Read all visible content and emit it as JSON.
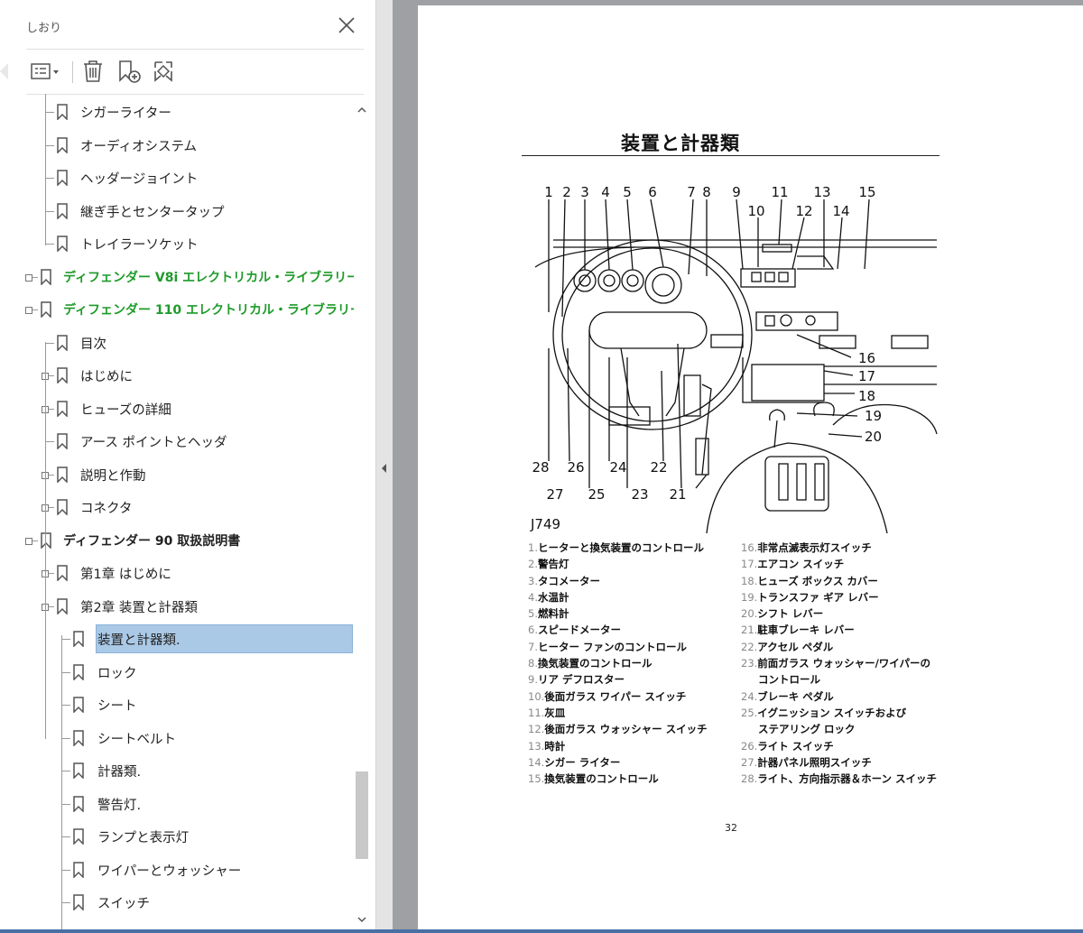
{
  "sidebar": {
    "title": "しおり",
    "toolbar": {
      "options_icon": "list-options-icon",
      "delete_icon": "trash-icon",
      "new_bookmark_icon": "new-bookmark-icon",
      "new_from_structure_icon": "bookmark-structure-icon"
    },
    "items": [
      {
        "label": "シガーライター",
        "level": 2,
        "expandable": false,
        "style": "normal"
      },
      {
        "label": "オーディオシステム",
        "level": 2,
        "expandable": false,
        "style": "normal"
      },
      {
        "label": "ヘッダージョイント",
        "level": 2,
        "expandable": false,
        "style": "normal"
      },
      {
        "label": "継ぎ手とセンタータップ",
        "level": 2,
        "expandable": false,
        "style": "normal"
      },
      {
        "label": "トレイラーソケット",
        "level": 2,
        "expandable": false,
        "style": "normal"
      },
      {
        "label": "ディフェンダー V8i エレクトリカル・ライブラリー",
        "level": 0,
        "expandable": true,
        "style": "green"
      },
      {
        "label": "ディフェンダー 110 エレクトリカル・ライブラリー",
        "level": 0,
        "expandable": true,
        "style": "green"
      },
      {
        "label": "目次",
        "level": 1,
        "expandable": false,
        "style": "normal"
      },
      {
        "label": "はじめに",
        "level": 1,
        "expandable": true,
        "style": "normal"
      },
      {
        "label": "ヒューズの詳細",
        "level": 1,
        "expandable": true,
        "style": "normal"
      },
      {
        "label": "アース ポイントとヘッダ",
        "level": 1,
        "expandable": false,
        "style": "normal"
      },
      {
        "label": "説明と作動",
        "level": 1,
        "expandable": true,
        "style": "normal"
      },
      {
        "label": "コネクタ",
        "level": 1,
        "expandable": true,
        "style": "normal"
      },
      {
        "label": "ディフェンダー 90 取扱説明書",
        "level": 0,
        "expandable": true,
        "style": "bold"
      },
      {
        "label": "第1章 はじめに",
        "level": 1,
        "expandable": true,
        "style": "normal"
      },
      {
        "label": "第2章 装置と計器類",
        "level": 1,
        "expandable": true,
        "style": "normal"
      },
      {
        "label": "装置と計器類.",
        "level": 2,
        "expandable": false,
        "style": "normal",
        "selected": true
      },
      {
        "label": "ロック",
        "level": 2,
        "expandable": false,
        "style": "normal"
      },
      {
        "label": "シート",
        "level": 2,
        "expandable": false,
        "style": "normal"
      },
      {
        "label": "シートベルト",
        "level": 2,
        "expandable": false,
        "style": "normal"
      },
      {
        "label": "計器類.",
        "level": 2,
        "expandable": false,
        "style": "normal"
      },
      {
        "label": "警告灯.",
        "level": 2,
        "expandable": false,
        "style": "normal"
      },
      {
        "label": "ランプと表示灯",
        "level": 2,
        "expandable": false,
        "style": "normal"
      },
      {
        "label": "ワイパーとウォッシャー",
        "level": 2,
        "expandable": false,
        "style": "normal"
      },
      {
        "label": "スイッチ",
        "level": 2,
        "expandable": false,
        "style": "normal"
      }
    ]
  },
  "document": {
    "title": "装置と計器類",
    "figure_code": "J749",
    "figure_top_numbers": [
      "1",
      "2",
      "3",
      "4",
      "5",
      "6",
      "7",
      "8",
      "9",
      "10",
      "11",
      "12",
      "13",
      "14",
      "15"
    ],
    "figure_right_numbers": [
      "16",
      "17",
      "18",
      "19",
      "20"
    ],
    "figure_bottom_numbers": [
      "28",
      "26",
      "24",
      "22",
      "27",
      "25",
      "23",
      "21"
    ],
    "legend_left": [
      {
        "num": "1.",
        "text": "ヒーターと換気装置のコントロール"
      },
      {
        "num": "2.",
        "text": "警告灯"
      },
      {
        "num": "3.",
        "text": "タコメーター"
      },
      {
        "num": "4.",
        "text": "水温計"
      },
      {
        "num": "5.",
        "text": "燃料計"
      },
      {
        "num": "6.",
        "text": "スピードメーター"
      },
      {
        "num": "7.",
        "text": "ヒーター ファンのコントロール"
      },
      {
        "num": "8.",
        "text": "換気装置のコントロール"
      },
      {
        "num": "9.",
        "text": "リア デフロスター"
      },
      {
        "num": "10.",
        "text": "後面ガラス ワイパー スイッチ"
      },
      {
        "num": "11.",
        "text": "灰皿"
      },
      {
        "num": "12.",
        "text": "後面ガラス ウォッシャー スイッチ"
      },
      {
        "num": "13.",
        "text": "時計"
      },
      {
        "num": "14.",
        "text": "シガー ライター"
      },
      {
        "num": "15.",
        "text": "換気装置のコントロール"
      }
    ],
    "legend_right": [
      {
        "num": "16.",
        "text": "非常点滅表示灯スイッチ"
      },
      {
        "num": "17.",
        "text": "エアコン スイッチ"
      },
      {
        "num": "18.",
        "text": "ヒューズ ボックス カバー"
      },
      {
        "num": "19.",
        "text": "トランスファ ギア レバー"
      },
      {
        "num": "20.",
        "text": "シフト レバー"
      },
      {
        "num": "21.",
        "text": "駐車ブレーキ レバー"
      },
      {
        "num": "22.",
        "text": "アクセル ペダル"
      },
      {
        "num": "23.",
        "text": "前面ガラス ウォッシャー/ワイパーの"
      },
      {
        "num": "",
        "text": "コントロール"
      },
      {
        "num": "24.",
        "text": "ブレーキ ペダル"
      },
      {
        "num": "25.",
        "text": "イグニッション スイッチおよび"
      },
      {
        "num": "",
        "text": "ステアリング ロック"
      },
      {
        "num": "26.",
        "text": "ライト スイッチ"
      },
      {
        "num": "27.",
        "text": "計器パネル照明スイッチ"
      },
      {
        "num": "28.",
        "text": "ライト、方向指示器＆ホーン スイッチ"
      }
    ],
    "page_number": "32"
  }
}
